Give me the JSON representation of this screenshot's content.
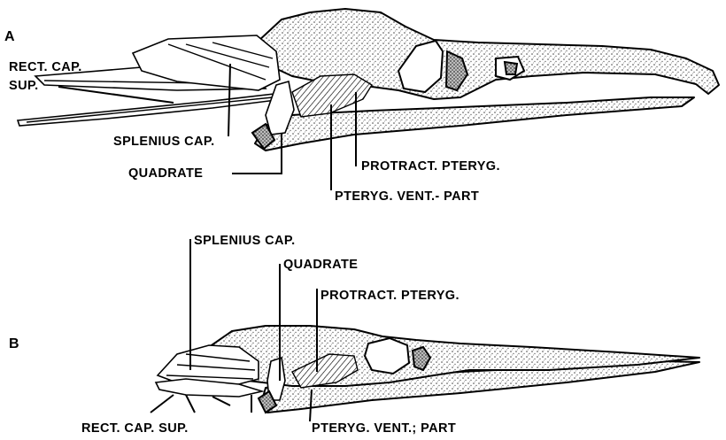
{
  "panels": {
    "A": {
      "letter": "A",
      "labels": {
        "rect_cap_sup_1": "RECT. CAP.",
        "rect_cap_sup_2": "SUP.",
        "splenius": "SPLENIUS CAP.",
        "quadrate": "QUADRATE",
        "protract": "PROTRACT. PTERYG.",
        "pteryg_vent": "PTERYG. VENT.- PART"
      }
    },
    "B": {
      "letter": "B",
      "labels": {
        "splenius": "SPLENIUS CAP.",
        "quadrate": "QUADRATE",
        "protract": "PROTRACT. PTERYG.",
        "rect_cap_sup": "RECT. CAP. SUP.",
        "pteryg_vent": "PTERYG. VENT.; PART"
      }
    }
  }
}
